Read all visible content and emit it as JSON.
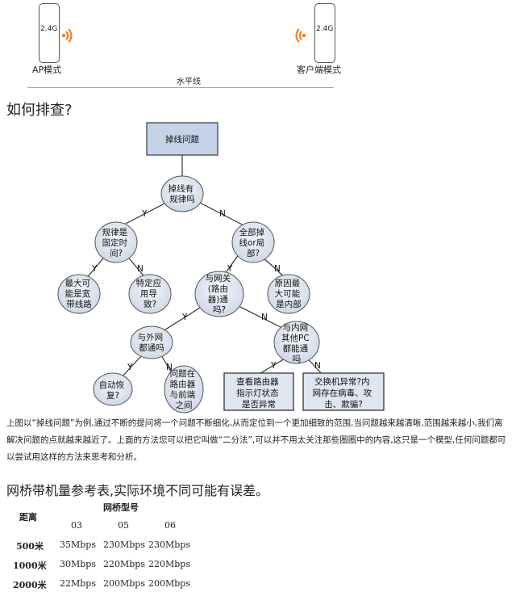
{
  "devices": {
    "ap": {
      "band": "2.4G",
      "mode": "AP模式"
    },
    "client": {
      "band": "2.4G",
      "mode": "客户端模式"
    },
    "horizon_label": "水平线",
    "signal_color": "#f07e1e"
  },
  "troubleshoot_heading": "如何排查?",
  "flowchart": {
    "root": "掉线问题",
    "q_regular": [
      "掉线有",
      "规律吗"
    ],
    "q_fixed_time": [
      "规律是",
      "固定时",
      "间?"
    ],
    "q_scope": [
      "全部掉",
      "线or局",
      "部?"
    ],
    "a_broadband": [
      "最大可",
      "能是宽",
      "带线路"
    ],
    "a_app": [
      "特定应",
      "用导",
      "致?"
    ],
    "q_gateway": [
      "与网关",
      "(路由",
      "器)通",
      "吗?"
    ],
    "a_internal": [
      "原因最",
      "大可能",
      "是内部"
    ],
    "q_external": [
      "与外网",
      "都通吗"
    ],
    "q_lan": [
      "与内网",
      "其他PC",
      "都能通",
      "吗"
    ],
    "a_autorecover": [
      "自动恢",
      "复?"
    ],
    "a_router_front": [
      "问题在",
      "路由器",
      "与前端",
      "之间"
    ],
    "a_router_light": [
      "查看路由器",
      "指示灯状态",
      "是否异常"
    ],
    "a_switch": [
      "交换机异常?内",
      "网存在病毒、攻",
      "击、欺骗?"
    ],
    "edge_yes": "Y",
    "edge_no": "N"
  },
  "paragraph": "上图以“掉线问题”为例,通过不断的提问将一个问题不断细化,从而定位到一个更加细致的范围,当问题越来越清晰,范围越来越小,我们离解决问题的点就越来越近了。上面的方法您可以把它叫做“二分法”,可以并不用太关注那些圈圈中的内容,这只是一个模型,任何问题都可以尝试用这样的方法来思考和分析。",
  "bandwidth_heading": "网桥带机量参考表,实际环境不同可能有误差。",
  "table": {
    "dist_header": "距离",
    "model_header": "网桥型号",
    "models": [
      "03",
      "05",
      "06"
    ],
    "rows": [
      {
        "dist": "500米",
        "values": [
          "35Mbps",
          "230Mbps",
          "230Mbps"
        ]
      },
      {
        "dist": "1000米",
        "values": [
          "30Mbps",
          "220Mbps",
          "220Mbps"
        ]
      },
      {
        "dist": "2000米",
        "values": [
          "22Mbps",
          "200Mbps",
          "200Mbps"
        ]
      }
    ]
  }
}
